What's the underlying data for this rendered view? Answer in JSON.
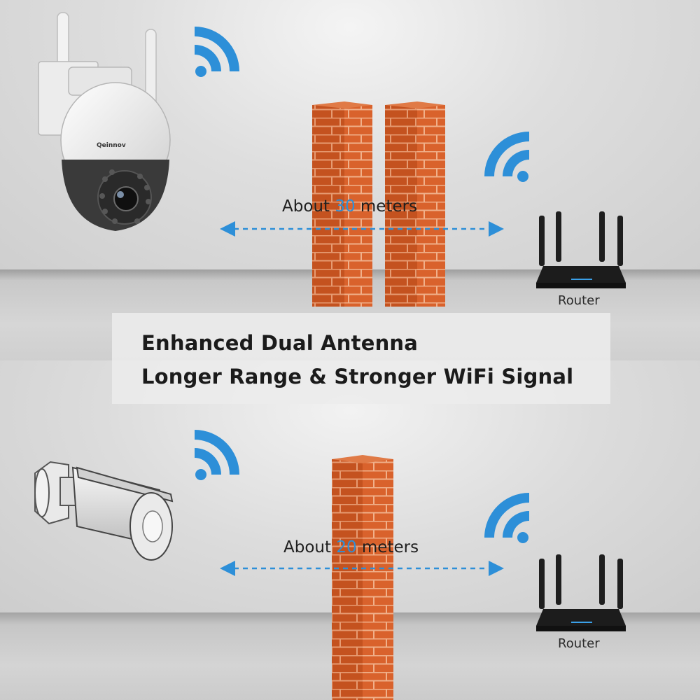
{
  "banner": {
    "line1": "Enhanced Dual Antenna",
    "line2": "Longer Range & Stronger WiFi Signal"
  },
  "top_scene": {
    "distance_prefix": "About ",
    "distance_value": "30",
    "distance_suffix": " meters",
    "router_label": "Router",
    "camera_brand": "Qeinnov"
  },
  "bottom_scene": {
    "distance_prefix": "About ",
    "distance_value": "20",
    "distance_suffix": " meters",
    "router_label": "Router"
  },
  "colors": {
    "accent_blue": "#2d8fd8",
    "brick": "#d9622c",
    "brick_shade": "#c0501f",
    "mortar": "#f0b08a"
  },
  "icons": [
    "wifi-icon",
    "brick-wall",
    "dashed-arrow",
    "ptz-camera",
    "bullet-camera",
    "router"
  ]
}
